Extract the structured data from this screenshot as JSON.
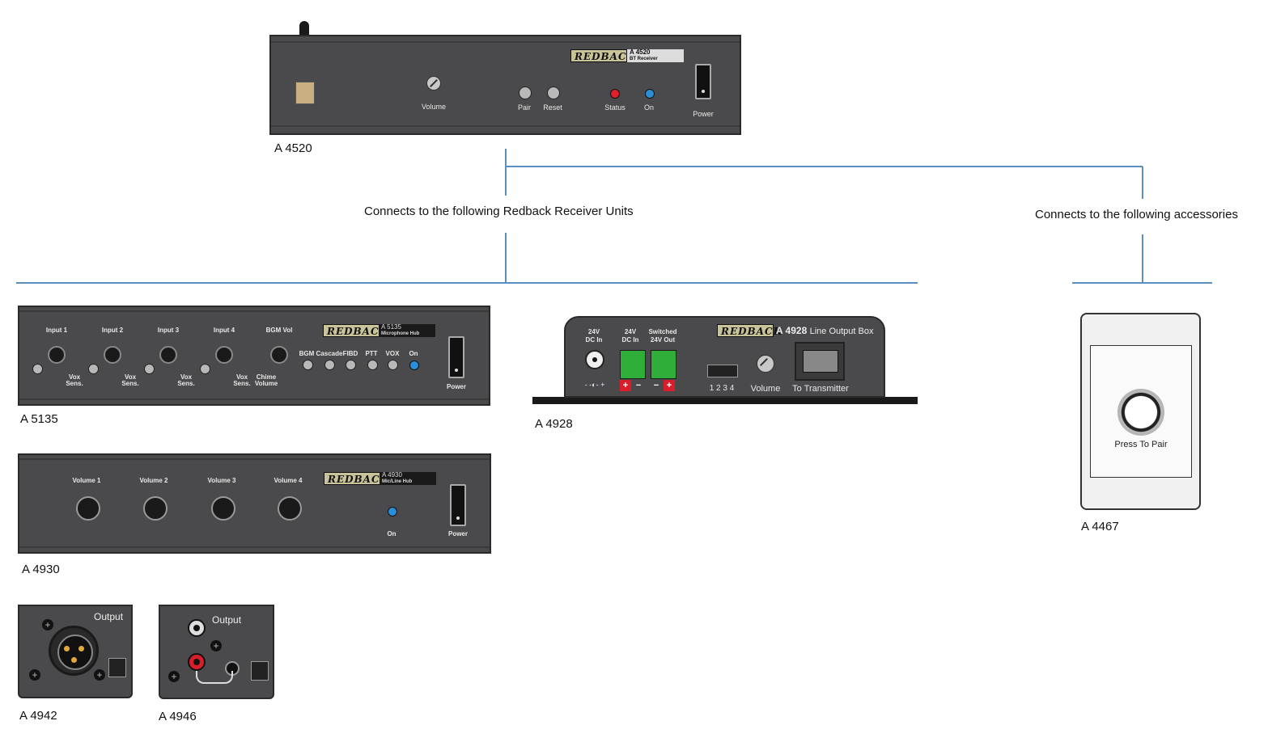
{
  "colors": {
    "line": "#5b8fc0",
    "panel": "#4a4a4c",
    "status_led": "#e0202a",
    "on_led": "#2a8fd8",
    "terminal": "#2fae3a"
  },
  "a4520": {
    "caption": "A 4520",
    "logo": "REDBACK",
    "model": "A 4520",
    "model_sub": "BT Receiver",
    "volume": "Volume",
    "pair": "Pair",
    "reset": "Reset",
    "status": "Status",
    "on": "On",
    "power": "Power"
  },
  "connections": {
    "receivers": "Connects to the following Redback Receiver Units",
    "accessories": "Connects to the following accessories"
  },
  "a5135": {
    "caption": "A 5135",
    "logo": "REDBACK",
    "model": "A 5135",
    "model_sub": "Microphone Hub",
    "inputs": [
      "Input 1",
      "Input 2",
      "Input 3",
      "Input 4"
    ],
    "bgm_vol": "BGM Vol",
    "vox": "Vox",
    "sens": "Sens.",
    "chime": "Chime",
    "chime_vol": "Volume",
    "switches": [
      "BGM",
      "Cascade",
      "FIBD",
      "PTT",
      "VOX",
      "On"
    ],
    "power": "Power"
  },
  "a4930": {
    "caption": "A 4930",
    "logo": "REDBACK",
    "model": "A 4930",
    "model_sub": "Mic/Line Hub",
    "volumes": [
      "Volume 1",
      "Volume 2",
      "Volume 3",
      "Volume 4"
    ],
    "on": "On",
    "power": "Power"
  },
  "a4928": {
    "caption": "A 4928",
    "logo": "REDBACK",
    "model": "A 4928",
    "model_sub": "Line Output Box",
    "dc_in_1": "24V",
    "dc_in_2": "DC In",
    "dc_in_b1": "24V",
    "dc_in_b2": "DC In",
    "switched_1": "Switched",
    "switched_2": "24V Out",
    "dip": "1 2 3 4",
    "volume": "Volume",
    "to_tx": "To Transmitter"
  },
  "a4467": {
    "caption": "A 4467",
    "label": "Press To Pair"
  },
  "a4942": {
    "caption": "A 4942",
    "output": "Output"
  },
  "a4946": {
    "caption": "A 4946",
    "output": "Output"
  }
}
